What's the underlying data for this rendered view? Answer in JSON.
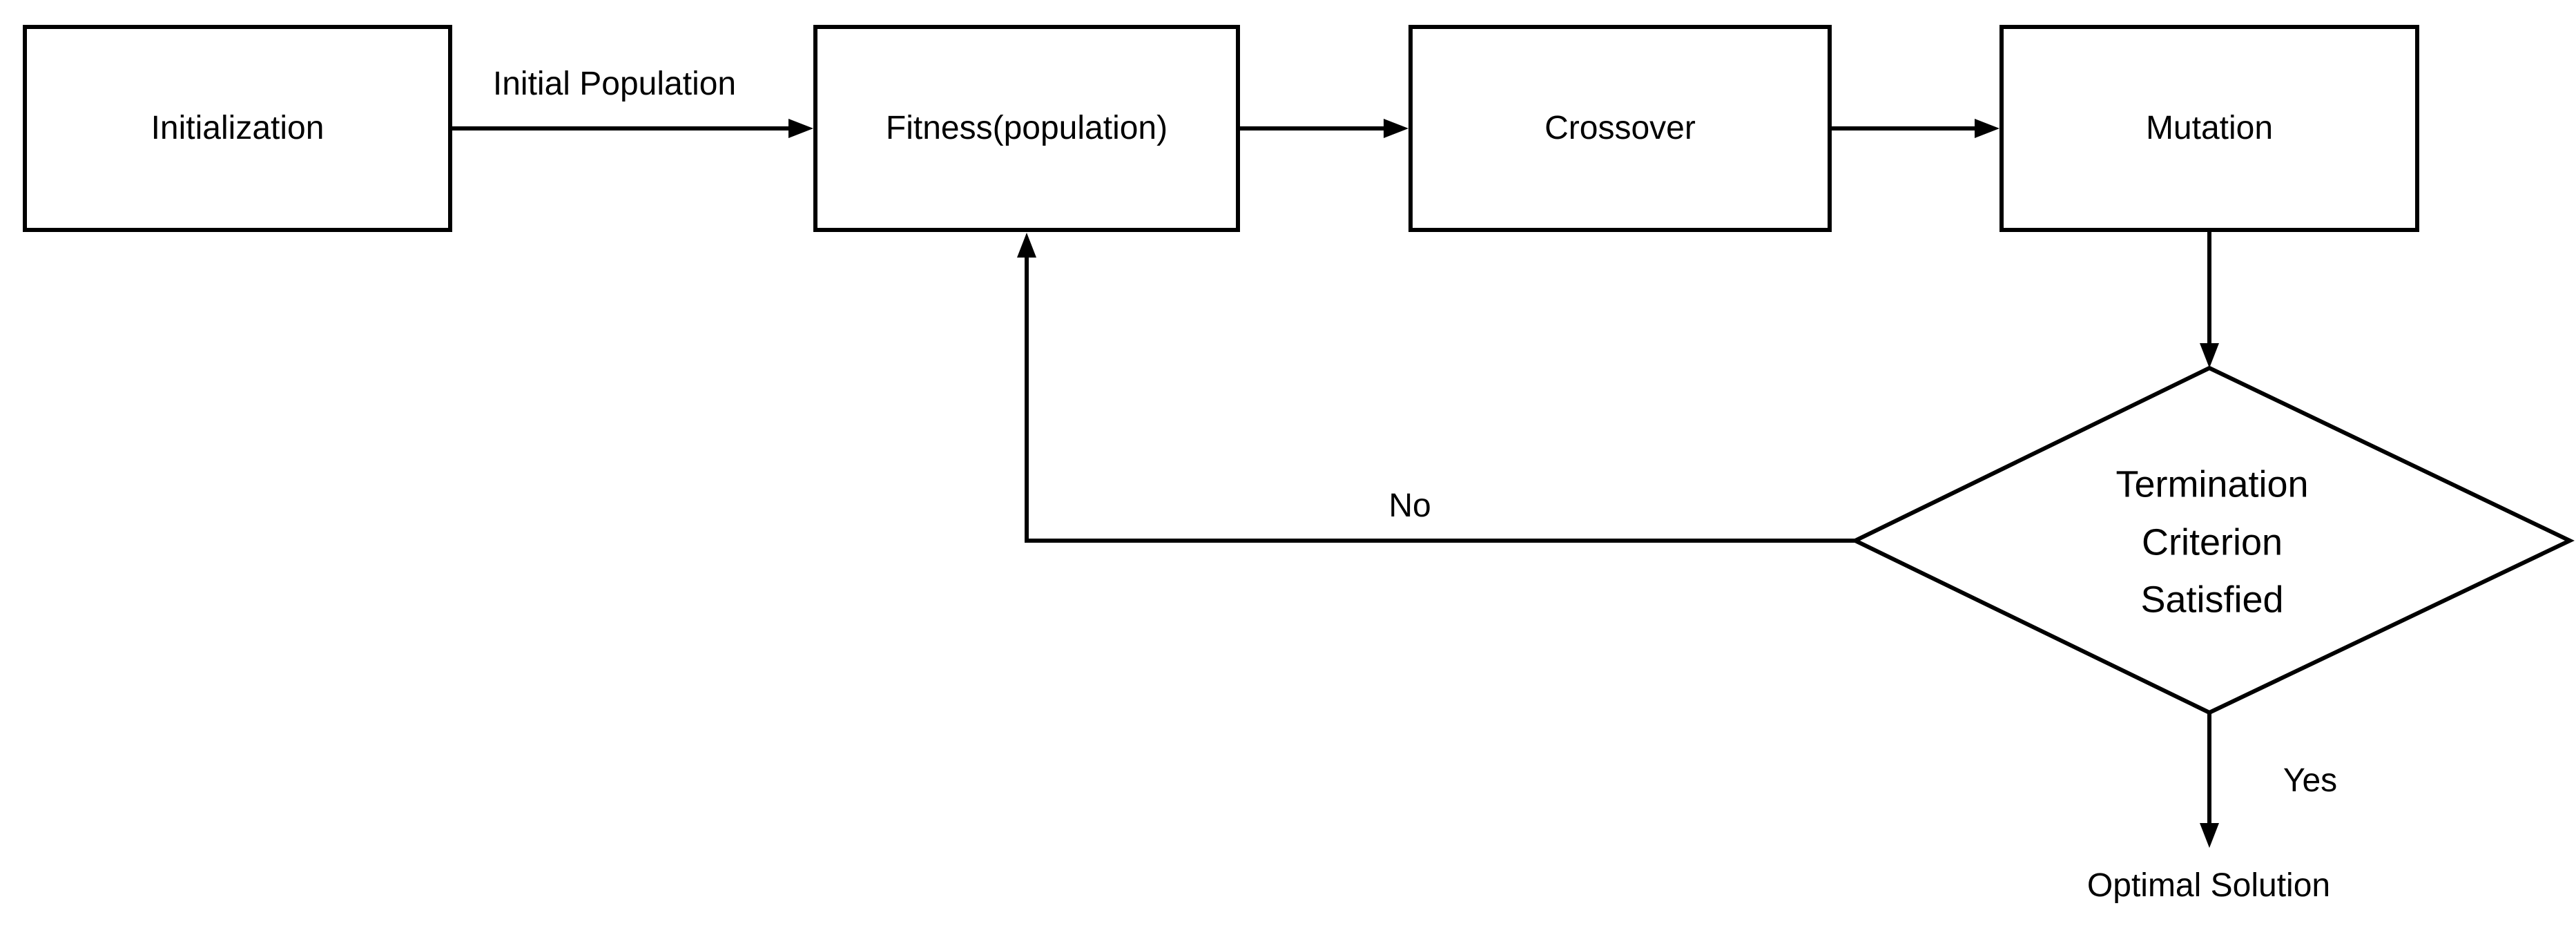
{
  "colors": {
    "background": "#ffffff",
    "stroke": "#000000",
    "text": "#000000"
  },
  "nodes": {
    "initialization": "Initialization",
    "fitness": "Fitness(population)",
    "crossover": "Crossover",
    "mutation": "Mutation",
    "termination": "Termination\nCriterion\nSatisfied"
  },
  "edge_labels": {
    "initial_population": "Initial Population",
    "no": "No",
    "yes": "Yes"
  },
  "terminal": {
    "optimal_solution": "Optimal Solution"
  }
}
